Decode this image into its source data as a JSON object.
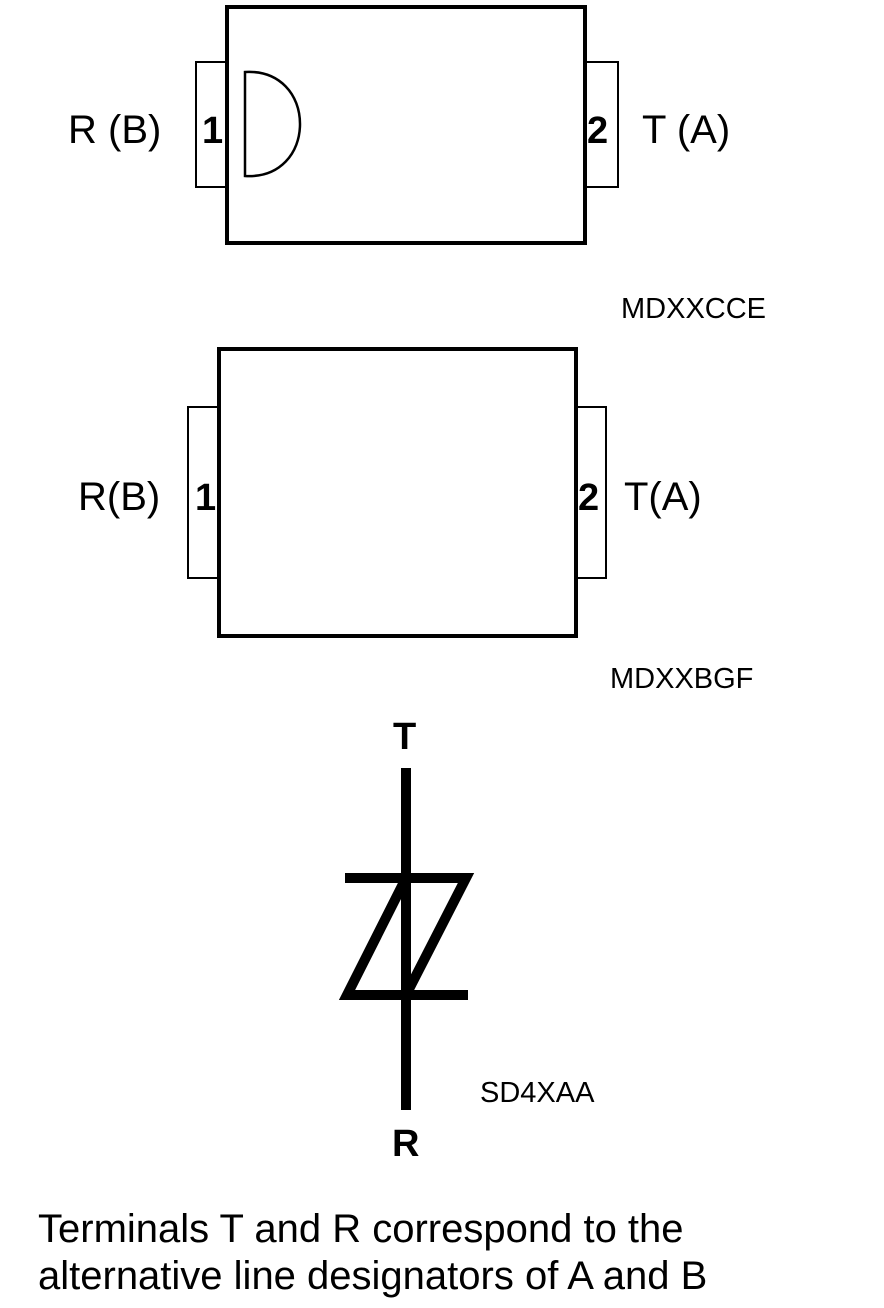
{
  "package_top": {
    "left_label": "R (B)",
    "right_label": "T (A)",
    "pin_left": "1",
    "pin_right": "2",
    "code": "MDXXCCE"
  },
  "package_bottom": {
    "left_label": "R(B)",
    "right_label": "T(A)",
    "pin_left": "1",
    "pin_right": "2",
    "code": "MDXXBGF"
  },
  "symbol": {
    "top_terminal": "T",
    "bottom_terminal": "R",
    "code": "SD4XAA"
  },
  "caption": {
    "line1": "Terminals T and R correspond to the",
    "line2": "alternative line designators of A and B"
  }
}
